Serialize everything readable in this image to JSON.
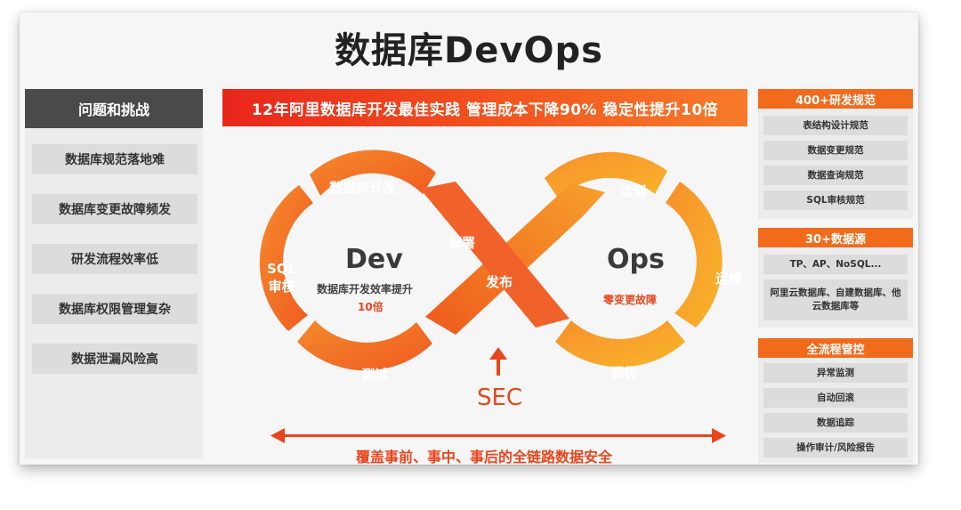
{
  "title": "数据库DevOps",
  "left": {
    "header": "问题和挑战",
    "items": [
      "数据库规范落地难",
      "数据库变更故障频发",
      "研发流程效率低",
      "数据库权限管理复杂",
      "数据泄漏风险高"
    ]
  },
  "banner": "12年阿里数据库开发最佳实践  管理成本下降90%  稳定性提升10倍",
  "diagram": {
    "dev": "Dev",
    "dev_sub": "数据库开发效率提升",
    "dev_multiplier": "10倍",
    "ops": "Ops",
    "ops_sub": "零变更故障",
    "stages": {
      "develop": "数据库开发",
      "deploy": "部署",
      "release": "发布",
      "monitor": "监测",
      "operate": "运维",
      "tune": "调优",
      "test": "测试",
      "sql_review": "SQL\n审核"
    },
    "sec": "SEC",
    "cover": "覆盖事前、事中、事后的全链路数据安全"
  },
  "right": {
    "groups": [
      {
        "header": "400+研发规范",
        "items": [
          "表结构设计规范",
          "数据变更规范",
          "数据查询规范",
          "SQL审核规范"
        ]
      },
      {
        "header": "30+数据源",
        "items": [
          "TP、AP、NoSQL...",
          "阿里云数据库、自建数据库、他云数据库等"
        ]
      },
      {
        "header": "全流程管控",
        "items": [
          "异常监测",
          "自动回滚",
          "数据追踪",
          "操作审计/风险报告"
        ]
      }
    ]
  },
  "colors": {
    "accent": "#f26a1b",
    "red": "#e9451d",
    "yellow": "#f9b52b",
    "dark": "#4a4a4a"
  }
}
